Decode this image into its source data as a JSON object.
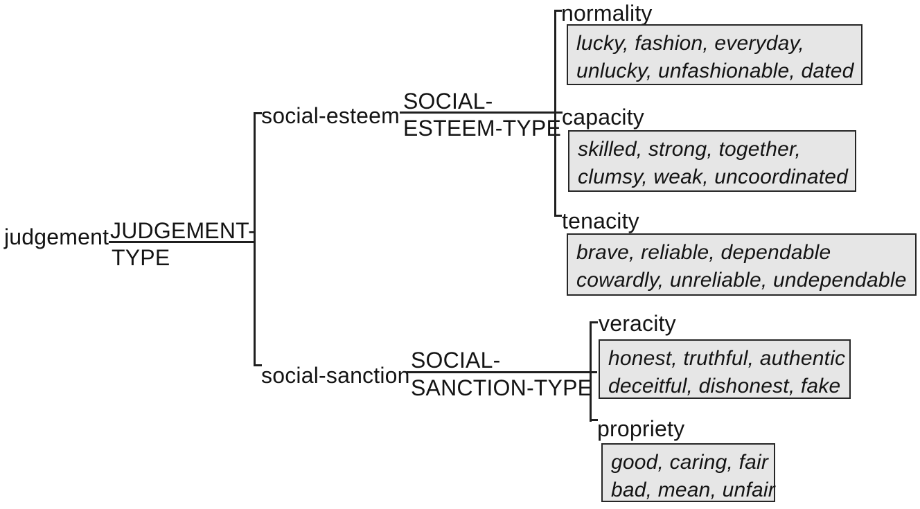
{
  "root": {
    "label": "judgement"
  },
  "root_system": {
    "line1": "JUDGEMENT-",
    "line2": "TYPE"
  },
  "esteem": {
    "label": "social-esteem",
    "system_line1": "SOCIAL-",
    "system_line2": "ESTEEM-TYPE",
    "normality": {
      "label": "normality",
      "line1": "lucky, fashion, everyday,",
      "line2": "unlucky, unfashionable, dated"
    },
    "capacity": {
      "label": "capacity",
      "line1": "skilled, strong, together,",
      "line2": "clumsy, weak, uncoordinated"
    },
    "tenacity": {
      "label": "tenacity",
      "line1": "brave, reliable, dependable",
      "line2": "cowardly, unreliable, undependable"
    }
  },
  "sanction": {
    "label": "social-sanction",
    "system_line1": "SOCIAL-",
    "system_line2": "SANCTION-TYPE",
    "veracity": {
      "label": "veracity",
      "line1": "honest, truthful, authentic",
      "line2": "deceitful, dishonest, fake"
    },
    "propriety": {
      "label": "propriety",
      "line1": "good, caring, fair",
      "line2": "bad, mean, unfair"
    }
  },
  "colors": {
    "line": "#1f1f1f",
    "box_fill": "#e6e6e6",
    "box_border": "#262626",
    "text": "#141414",
    "background": "#ffffff"
  }
}
